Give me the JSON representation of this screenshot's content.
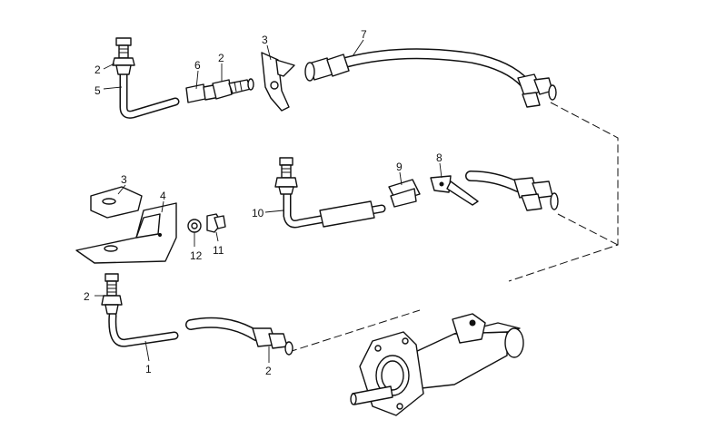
{
  "callouts": {
    "c1": "1",
    "c2a": "2",
    "c2b": "2",
    "c2c": "2",
    "c2d": "2",
    "c3a": "3",
    "c3b": "3",
    "c4": "4",
    "c5": "5",
    "c6": "6",
    "c7": "7",
    "c8": "8",
    "c9": "9",
    "c10": "10",
    "c11": "11",
    "c12": "12"
  }
}
